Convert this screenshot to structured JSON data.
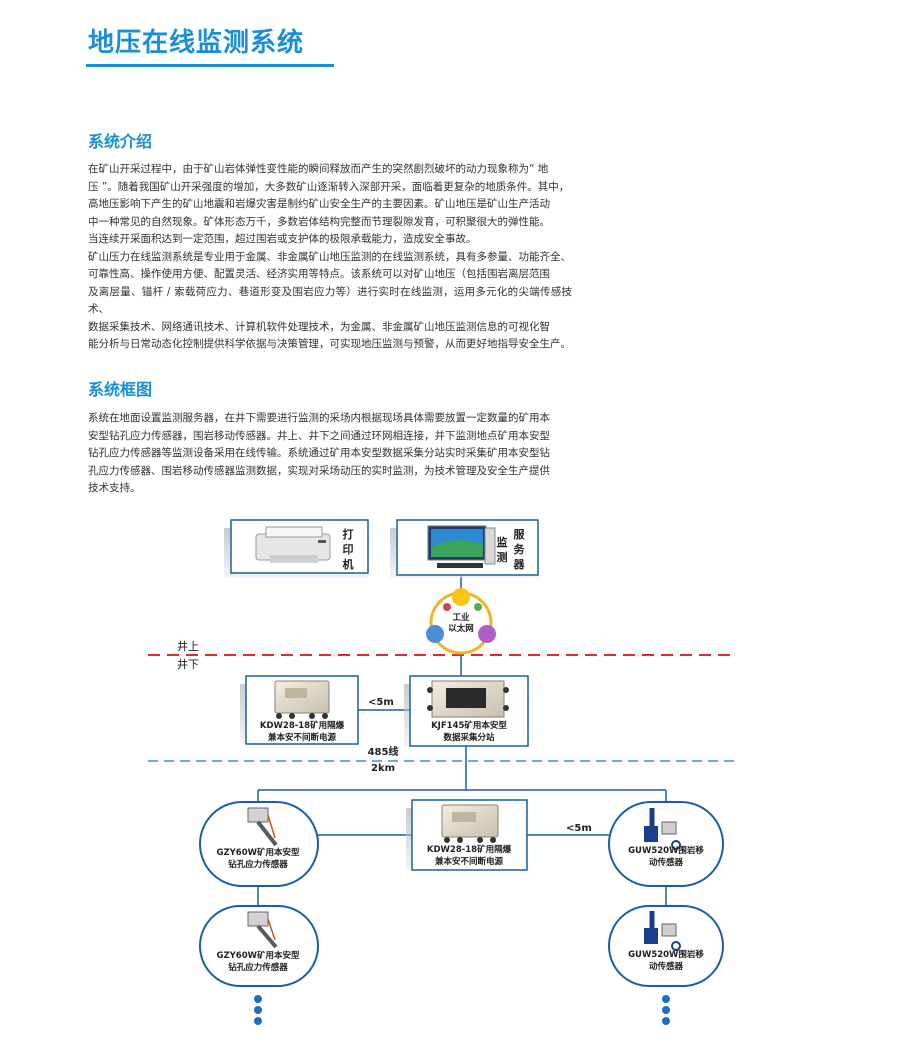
{
  "title": "地压在线监测系统",
  "intro": {
    "heading": "系统介绍",
    "p1_lines": [
      "在矿山开采过程中，由于矿山岩体弹性变性能的瞬间释放而产生的突然剧烈破坏的动力现象称为“ 地",
      "压 ”。随着我国矿山开采强度的增加，大多数矿山逐渐转入深部开采，面临着更复杂的地质条件。其中，",
      "高地压影响下产生的矿山地震和岩爆灾害是制约矿山安全生产的主要因素。矿山地压是矿山生产活动",
      "中一种常见的自然现象。矿体形态万千，多数岩体结构完整而节理裂隙发育，可积聚很大的弹性能。",
      "当连续开采面积达到一定范围，超过围岩或支护体的极限承载能力，造成安全事故。"
    ],
    "p2_lines": [
      "矿山压力在线监测系统是专业用于金属、非金属矿山地压监测的在线监测系统，具有多参量、功能齐全、",
      "可靠性高、操作使用方便、配置灵活、经济实用等特点。该系统可以对矿山地压（包括围岩离层范围",
      "及离层量、锚杆 / 索载荷应力、巷道形变及围岩应力等）进行实时在线监测，运用多元化的尖端传感技术、",
      "数据采集技术、网络通讯技术、计算机软件处理技术，为金属、非金属矿山地压监测信息的可视化智",
      "能分析与日常动态化控制提供科学依据与决策管理，可实现地压监测与预警，从而更好地指导安全生产。"
    ]
  },
  "framework": {
    "heading": "系统框图",
    "p_lines": [
      "系统在地面设置监测服务器，在井下需要进行监测的采场内根据现场具体需要放置一定数量的矿用本",
      "安型钻孔应力传感器，围岩移动传感器。井上、井下之间通过环网相连接，并下监测地点矿用本安型",
      "钻孔应力传感器等监测设备采用在线传输。系统通过矿用本安型数据采集分站实时采集矿用本安型钻",
      "孔应力传感器、围岩移动传感器监测数据，实现对采场动压的实时监测，为技术管理及安全生产提供",
      "技术支持。"
    ]
  },
  "diagram": {
    "printer": [
      "打",
      "印",
      "机"
    ],
    "server_left": [
      "监",
      "测"
    ],
    "server_right": [
      "服",
      "务",
      "器"
    ],
    "ethernet": [
      "工业",
      "以太网"
    ],
    "above_ground": "井上",
    "below_ground": "井下",
    "lt5m_top": "<5m",
    "line485": "485线",
    "dist2km": "2km",
    "lt5m_mid": "<5m",
    "power_top": [
      "KDW28-18矿用隔爆",
      "兼本安不间断电源"
    ],
    "station": [
      "KJF145矿用本安型",
      "数据采集分站"
    ],
    "power_mid": [
      "KDW28-18矿用隔爆",
      "兼本安不间断电源"
    ],
    "stress1": [
      "GZY60W矿用本安型",
      "钻孔应力传感器"
    ],
    "stress2": [
      "GZY60W矿用本安型",
      "钻孔应力传感器"
    ],
    "disp1": [
      "GUW520W围岩移",
      "动传感器"
    ],
    "disp2": [
      "GUW520W围岩移",
      "动传感器"
    ]
  },
  "colors": {
    "accent": "#1a8fd8",
    "red_dash": "#e8262b",
    "blue_dash": "#3b8fd0",
    "box_border": "#1a5ea8"
  }
}
